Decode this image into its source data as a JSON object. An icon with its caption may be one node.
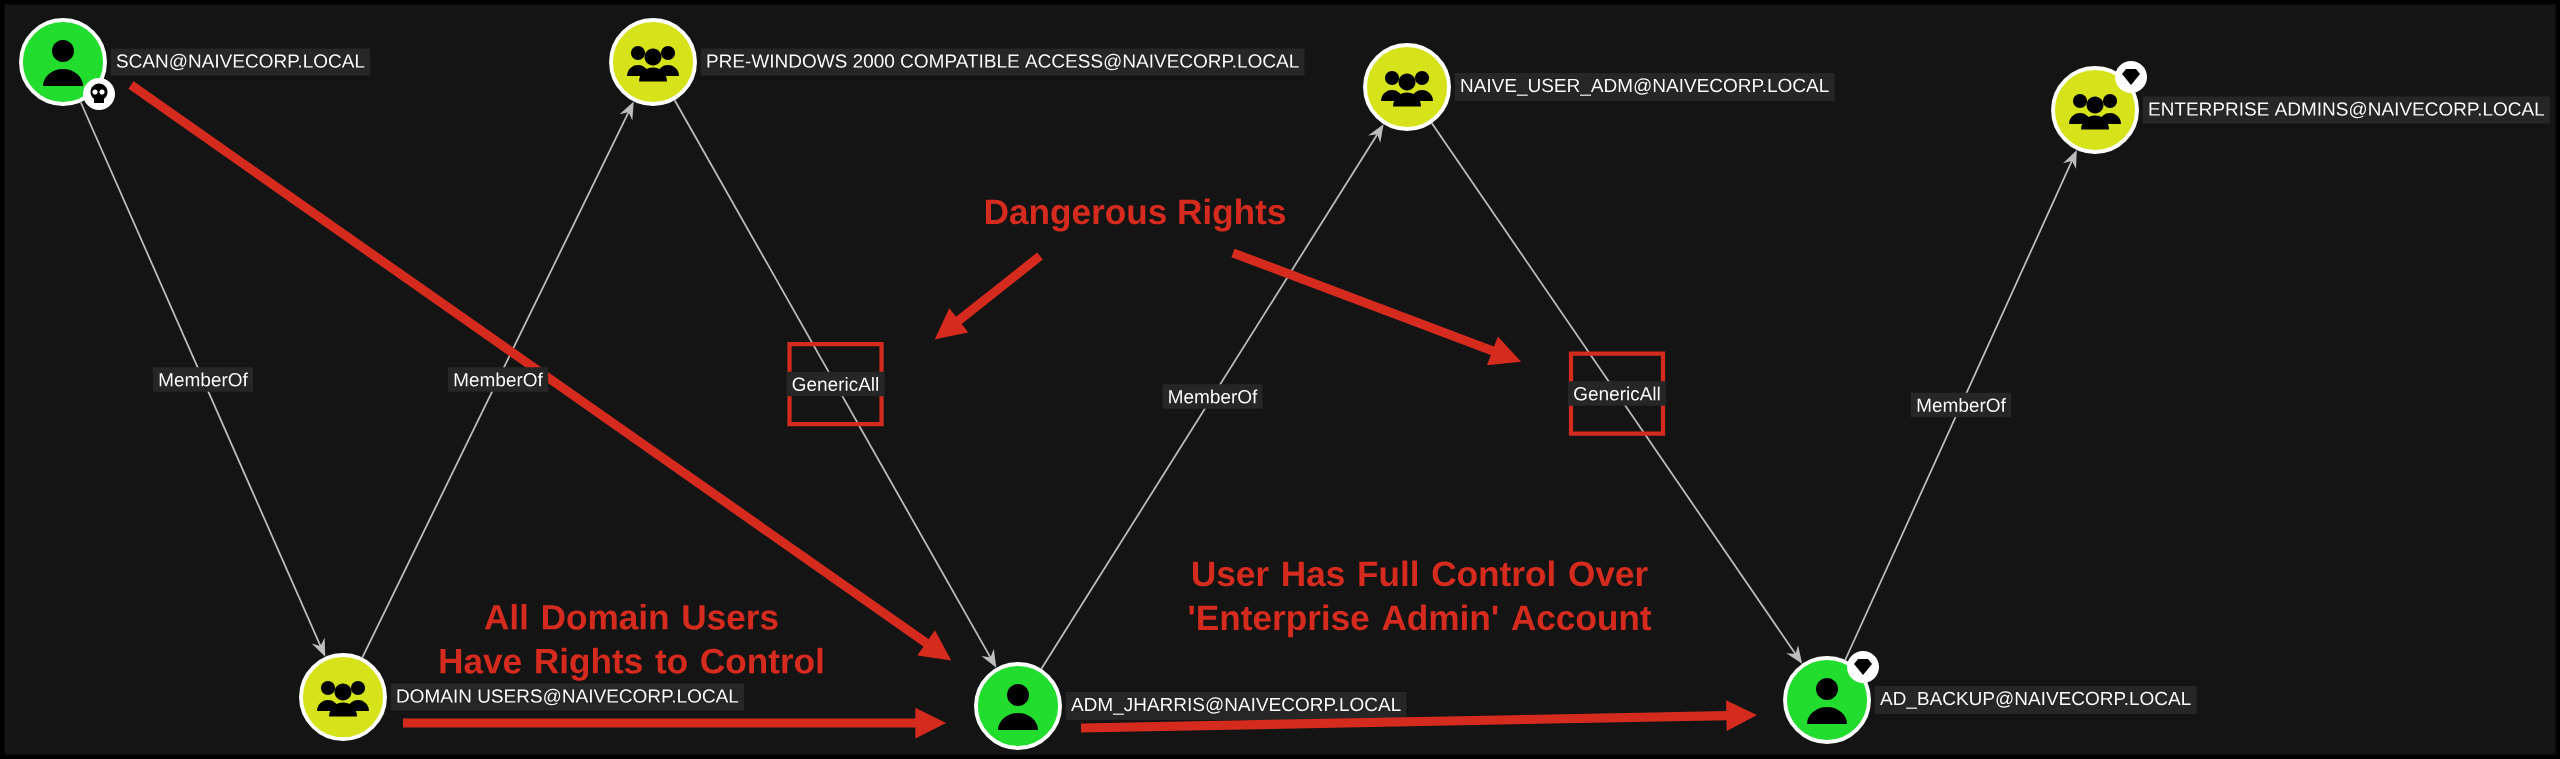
{
  "diagram": {
    "nodes": [
      {
        "text": [
          "SCAN@NAIVECORP.LOCAL"
        ]
      },
      {
        "text": [
          "PRE-WINDOWS 2000 COMPATIBLE ACCESS@NAIVECORP.LOCAL"
        ]
      },
      {
        "text": [
          "NAIVE_USER_ADM@NAIVECORP.LOCAL"
        ]
      },
      {
        "text": [
          "ENTERPRISE ADMINS@NAIVECORP.LOCAL"
        ]
      },
      {
        "text": [
          "DOMAIN USERS@NAIVECORP.LOCAL"
        ]
      },
      {
        "text": [
          "ADM_JHARRIS@NAIVECORP.LOCAL"
        ]
      },
      {
        "text": [
          "AD_BACKUP@NAIVECORP.LOCAL"
        ]
      },
      {
        "text": [
          "Dangerous Rights"
        ]
      }
    ],
    "edges": [
      {
        "from": 0,
        "to": 4,
        "arrow": "to",
        "label": "MemberOf"
      },
      {
        "from": 4,
        "to": 1,
        "arrow": "to",
        "label": "MemberOf"
      },
      {
        "from": 1,
        "to": 5,
        "arrow": "to",
        "label": "GenericAll"
      },
      {
        "from": 5,
        "to": 2,
        "arrow": "to",
        "label": "MemberOf"
      },
      {
        "from": 2,
        "to": 6,
        "arrow": "to",
        "label": "GenericAll"
      },
      {
        "from": 6,
        "to": 3,
        "arrow": "to",
        "label": "MemberOf"
      },
      {
        "from": 0,
        "to": 5,
        "arrow": "to",
        "style": "thick",
        "color": "#d42b1e"
      },
      {
        "from": 4,
        "to": 5,
        "arrow": "to",
        "style": "thick",
        "color": "#d42b1e",
        "label": "All Domain Users Have Rights to Control"
      },
      {
        "from": 5,
        "to": 6,
        "arrow": "to",
        "style": "thick",
        "color": "#d42b1e",
        "label": "User Has Full Control Over 'Enterprise Admin' Account"
      },
      {
        "from": 7,
        "to": null,
        "arrow": "to",
        "style": "thick",
        "color": "#d42b1e"
      },
      {
        "from": 7,
        "to": null,
        "arrow": "to",
        "style": "thick",
        "color": "#d42b1e"
      }
    ]
  }
}
